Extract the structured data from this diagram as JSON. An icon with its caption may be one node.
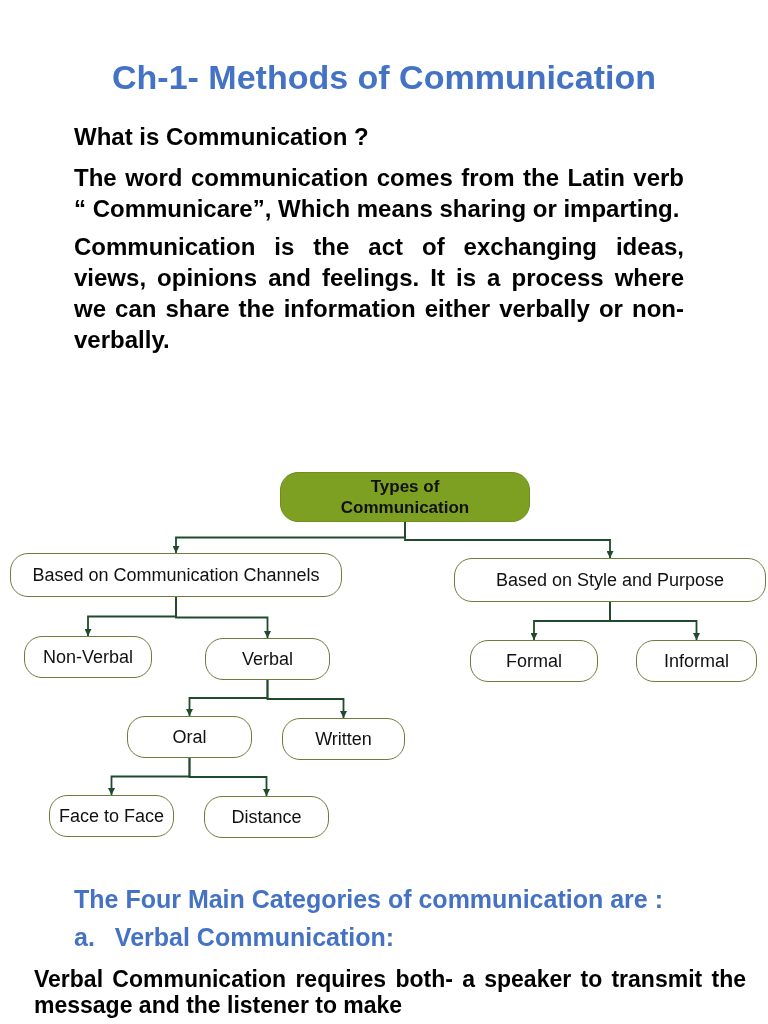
{
  "diagram": {
    "title": "Ch-1- Methods of Communication",
    "nodes": [
      {
        "text": [
          "Types of Communication"
        ]
      },
      {
        "text": [
          "Based on Communication Channels"
        ]
      },
      {
        "text": [
          "Based on Style and Purpose"
        ]
      },
      {
        "text": [
          "Non-Verbal"
        ]
      },
      {
        "text": [
          "Verbal"
        ]
      },
      {
        "text": [
          "Formal"
        ]
      },
      {
        "text": [
          "Informal"
        ]
      },
      {
        "text": [
          "Oral"
        ]
      },
      {
        "text": [
          "Written"
        ]
      },
      {
        "text": [
          "Face to Face"
        ]
      },
      {
        "text": [
          "Distance"
        ]
      }
    ],
    "edges": [
      {
        "from": 0,
        "to": 1,
        "arrow": "to"
      },
      {
        "from": 0,
        "to": 2,
        "arrow": "to"
      },
      {
        "from": 1,
        "to": 3,
        "arrow": "to"
      },
      {
        "from": 1,
        "to": 4,
        "arrow": "to"
      },
      {
        "from": 2,
        "to": 5,
        "arrow": "to"
      },
      {
        "from": 2,
        "to": 6,
        "arrow": "to"
      },
      {
        "from": 4,
        "to": 7,
        "arrow": "to"
      },
      {
        "from": 4,
        "to": 8,
        "arrow": "to"
      },
      {
        "from": 7,
        "to": 9,
        "arrow": "to"
      },
      {
        "from": 7,
        "to": 10,
        "arrow": "to"
      }
    ],
    "labels": [
      "What is Communication ?",
      "The word communication comes from the Latin verb “ Communicare”, Which means sharing or imparting.",
      "Communication is the act of exchanging ideas, views, opinions and feelings. It is a process where we can share the information either verbally or non-verbally.",
      "The Four Main Categories of communication are :",
      "a.",
      "Verbal Communication:",
      "Verbal Communication requires both- a speaker to transmit the message and the listener to make"
    ]
  }
}
